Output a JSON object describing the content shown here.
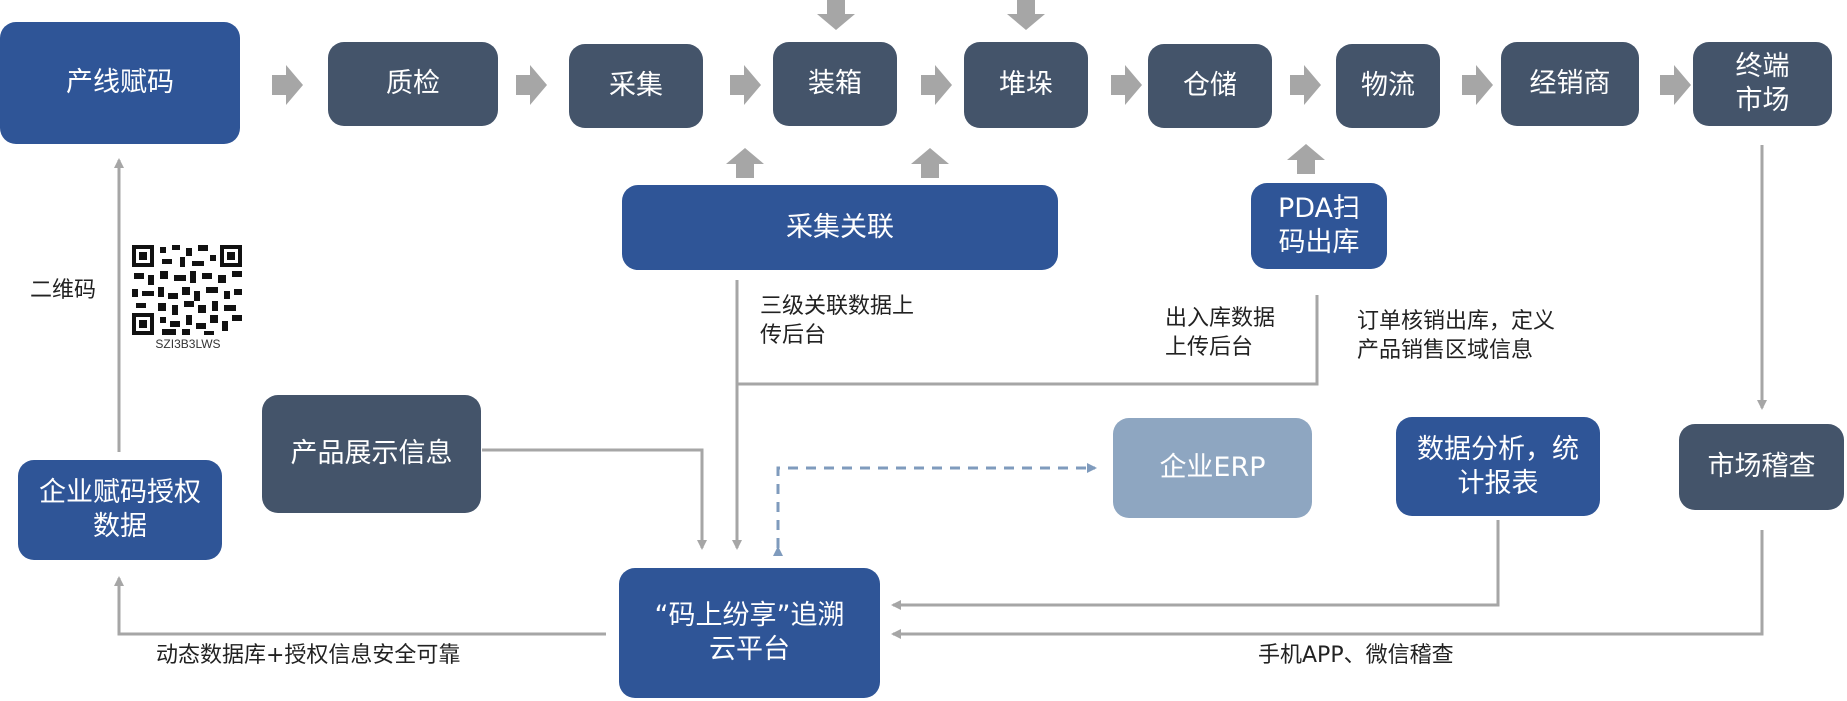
{
  "nodes": {
    "code_assign": "产线赋码",
    "quality": "质检",
    "collect": "采集",
    "boxing": "装箱",
    "stacking": "堆垛",
    "storage": "仓储",
    "logistics": "物流",
    "dealer": "经销商",
    "terminal": "终端\n市场",
    "collect_assoc": "采集关联",
    "pda": "PDA扫\n码出库",
    "display_info": "产品展示信息",
    "erp": "企业ERP",
    "analysis": "数据分析，统\n计报表",
    "market_check": "市场稽查",
    "auth_data": "企业赋码授权\n数据",
    "platform": "“码上纷享”追溯\n云平台"
  },
  "labels": {
    "qrcode": "二维码",
    "qr_caption": "SZI3B3LWS",
    "three_level": "三级关联数据上\n传后台",
    "inout": "出入库数据\n上传后台",
    "order": "订单核销出库，定义\n产品销售区域信息",
    "dynamic_db": "动态数据库+授权信息安全可靠",
    "mobile_check": "手机APP、微信稽查"
  },
  "colors": {
    "primary_blue": "#2f5597",
    "slate": "#44546a",
    "light_blue": "#8ea6c1",
    "arrow_gray": "#a6a6a6",
    "dashed_blue": "#7f9bbd"
  }
}
